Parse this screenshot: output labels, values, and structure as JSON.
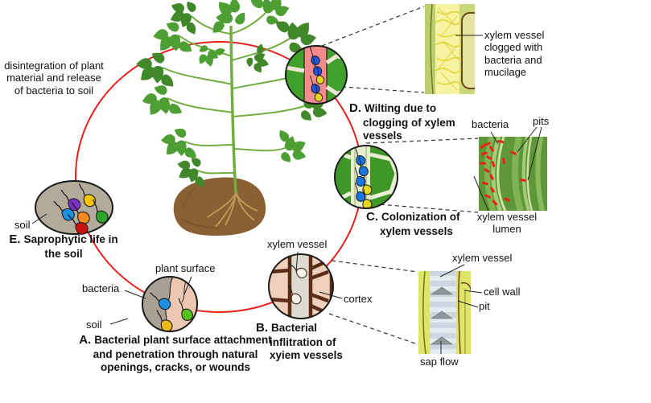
{
  "notes": {
    "disintegration": "disintegration of plant material and release of bacteria to soil"
  },
  "stages": {
    "a": {
      "letter": "A.",
      "caption": "Bacterial plant surface attachment and penetration through natural openings, cracks, or wounds"
    },
    "b": {
      "letter": "B.",
      "caption": "Bacterial inflitration of xyiem vessels"
    },
    "c": {
      "letter": "C.",
      "caption": "Colonization of xylem vessels"
    },
    "d": {
      "letter": "D.",
      "caption": "Wilting due to clogging of xylem vessels"
    },
    "e": {
      "letter": "E.",
      "caption": "Saprophytic life in the soil"
    }
  },
  "labels": {
    "soil_e": "soil",
    "plant_surface": "plant surface",
    "bacteria_a": "bacteria",
    "soil_a": "soil",
    "xylem_vessel_b": "xylem vessel",
    "cortex": "cortex",
    "clogged": "xylem vessel clogged with bacteria and mucilage",
    "bacteria_lumen": "bacteria",
    "pits": "pits",
    "lumen": "xylem vessel lumen",
    "xylem_vessel_sap": "xylem vessel",
    "cell_wall": "cell wall",
    "pit": "pit",
    "sap_flow": "sap flow"
  },
  "colors": {
    "cycle_line": "#e8201c",
    "soil_gray": "#b2aa9a",
    "plant_surface_pink": "#ecc7b1",
    "cortex_pink": "#efd0bd",
    "xylem_gray": "#dddbd1",
    "leaf_green": "#4d9e33",
    "clogged_yellow": "#f7f3a3",
    "bacteria_red": "#ee2012",
    "sap_blue": "#ccd7e3"
  }
}
